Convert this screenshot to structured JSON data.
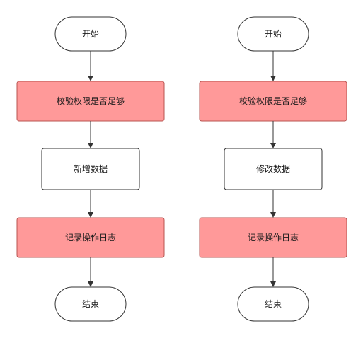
{
  "diagram": {
    "colors": {
      "background": "#ffffff",
      "highlight_fill": "#ff9999",
      "highlight_stroke": "#b85450",
      "plain_fill": "#ffffff",
      "plain_stroke": "#333333",
      "edge": "#333333"
    },
    "flows": [
      {
        "id": "create",
        "steps": [
          {
            "label": "开始",
            "shape": "terminal",
            "style": "plain"
          },
          {
            "label": "校验权限是否足够",
            "shape": "process",
            "style": "highlight"
          },
          {
            "label": "新增数据",
            "shape": "process",
            "style": "plain"
          },
          {
            "label": "记录操作日志",
            "shape": "process",
            "style": "highlight"
          },
          {
            "label": "结束",
            "shape": "terminal",
            "style": "plain"
          }
        ]
      },
      {
        "id": "update",
        "steps": [
          {
            "label": "开始",
            "shape": "terminal",
            "style": "plain"
          },
          {
            "label": "校验权限是否足够",
            "shape": "process",
            "style": "highlight"
          },
          {
            "label": "修改数据",
            "shape": "process",
            "style": "plain"
          },
          {
            "label": "记录操作日志",
            "shape": "process",
            "style": "highlight"
          },
          {
            "label": "结束",
            "shape": "terminal",
            "style": "plain"
          }
        ]
      }
    ]
  }
}
